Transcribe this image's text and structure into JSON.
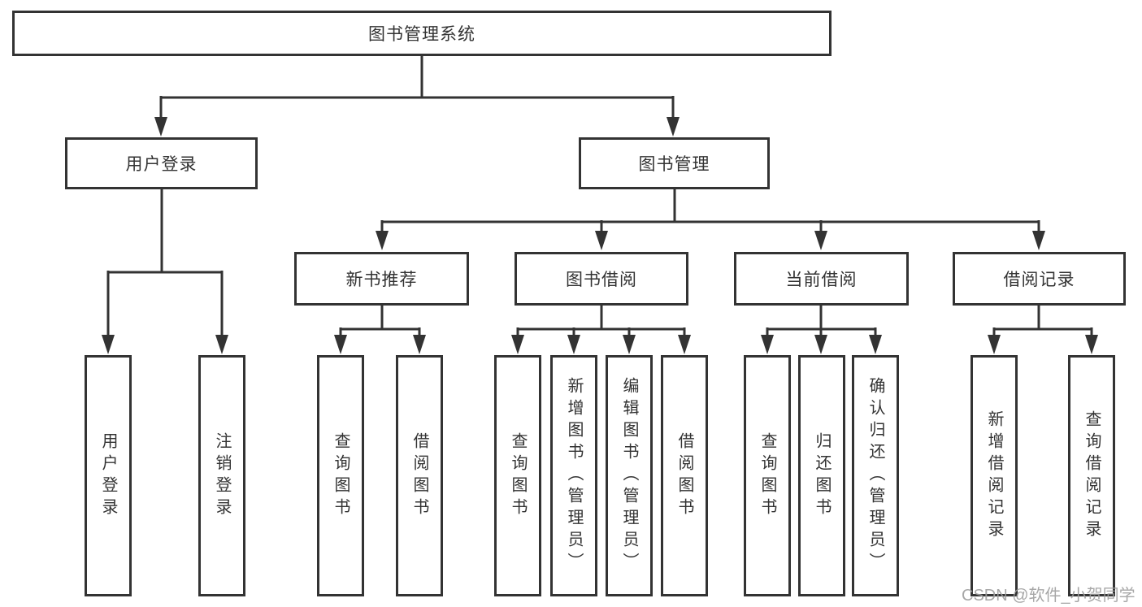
{
  "diagram": {
    "root": {
      "label": "图书管理系统"
    },
    "branches": [
      {
        "label": "用户登录",
        "children": [
          {
            "label": "用户登录"
          },
          {
            "label": "注销登录"
          }
        ]
      },
      {
        "label": "图书管理",
        "children": [
          {
            "label": "新书推荐",
            "children": [
              {
                "label": "查询图书"
              },
              {
                "label": "借阅图书"
              }
            ]
          },
          {
            "label": "图书借阅",
            "children": [
              {
                "label": "查询图书"
              },
              {
                "label": "新增图书（管理员）"
              },
              {
                "label": "编辑图书（管理员）"
              },
              {
                "label": "借阅图书"
              }
            ]
          },
          {
            "label": "当前借阅",
            "children": [
              {
                "label": "查询图书"
              },
              {
                "label": "归还图书"
              },
              {
                "label": "确认归还（管理员）"
              }
            ]
          },
          {
            "label": "借阅记录",
            "children": [
              {
                "label": "新增借阅记录"
              },
              {
                "label": "查询借阅记录"
              }
            ]
          }
        ]
      }
    ]
  },
  "watermark": "CSDN @软件_小贺同学",
  "colors": {
    "line": "#333333",
    "box_border": "#333333",
    "text": "#333333",
    "background": "#ffffff",
    "watermark": "#9e9e9e"
  }
}
